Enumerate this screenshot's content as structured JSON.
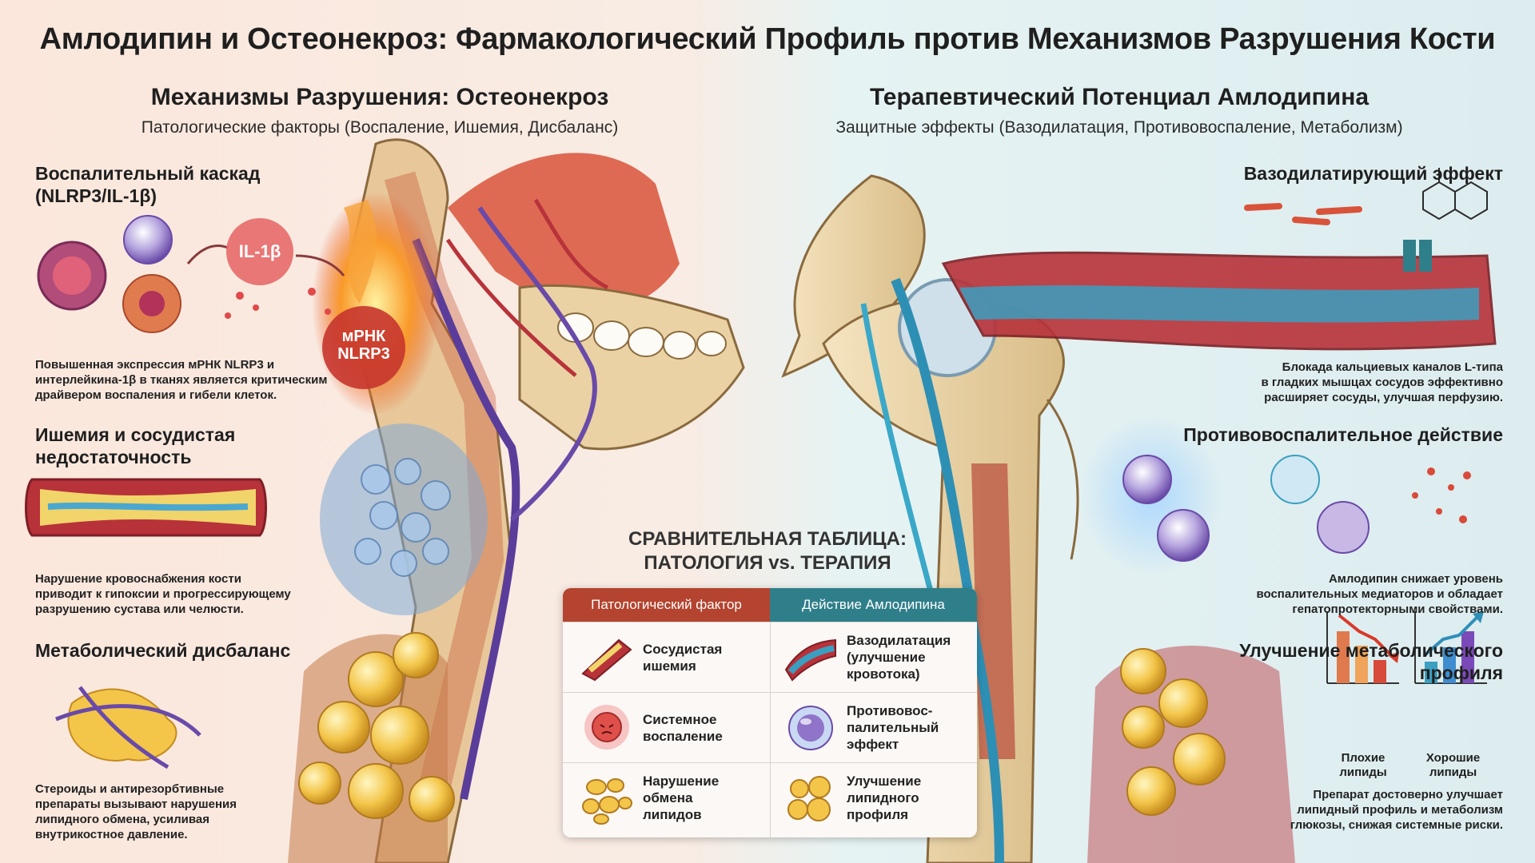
{
  "title": "Амлодипин и Остеонекроз: Фармакологический Профиль против Механизмов Разрушения Кости",
  "left": {
    "heading": "Механизмы Разрушения: Остеонекроз",
    "subheading": "Патологические факторы (Воспаление, Ишемия, Дисбаланс)",
    "inflammation": {
      "title_line1": "Воспалительный каскад",
      "title_line2": "(NLRP3/IL-1β)",
      "il_label": "IL-1β",
      "mrna_line1": "мРНК",
      "mrna_line2": "NLRP3",
      "text_line1": "Повышенная экспрессия мРНК NLRP3 и",
      "text_line2": "интерлейкина-1β в тканях является критическим",
      "text_line3": "драйвером воспаления и гибели клеток."
    },
    "ischemia": {
      "title_line1": "Ишемия и сосудистая",
      "title_line2": "недостаточность",
      "text_line1": "Нарушение кровоснабжения кости",
      "text_line2": "приводит к гипоксии и прогрессирующему",
      "text_line3": "разрушению сустава или челюсти."
    },
    "metabolic": {
      "title": "Метаболический дисбаланс",
      "text_line1": "Стероиды и антирезорбтивные",
      "text_line2": "препараты вызывают нарушения",
      "text_line3": "липидного обмена, усиливая",
      "text_line4": "внутрикостное давление."
    }
  },
  "right": {
    "heading": "Терапевтический Потенциал Амлодипина",
    "subheading": "Защитные эффекты (Вазодилатация, Противовоспаление, Метаболизм)",
    "vasodilation": {
      "title": "Вазодилатирующий эффект",
      "text_line1": "Блокада кальциевых каналов L-типа",
      "text_line2": "в гладких мышцах сосудов эффективно",
      "text_line3": "расширяет сосуды, улучшая перфузию."
    },
    "antiinflammatory": {
      "title": "Противовоспалительное действие",
      "text_line1": "Амлодипин снижает уровень",
      "text_line2": "воспалительных медиаторов и обладает",
      "text_line3": "гепатопротекторными свойствами."
    },
    "metabolic": {
      "title_line1": "Улучшение метаболического",
      "title_line2": "профиля",
      "bad_line1": "Плохие",
      "bad_line2": "липиды",
      "good_line1": "Хорошие",
      "good_line2": "липиды",
      "text_line1": "Препарат достоверно улучшает",
      "text_line2": "липидный профиль и метаболизм",
      "text_line3": "глюкозы, снижая системные риски."
    }
  },
  "comparison": {
    "title_line1": "СРАВНИТЕЛЬНАЯ ТАБЛИЦА:",
    "title_line2": "ПАТОЛОГИЯ vs. ТЕРАПИЯ",
    "col_pathology": "Патологический фактор",
    "col_action": "Действие Амлодипина",
    "rows": [
      {
        "factor_line1": "Сосудистая",
        "factor_line2": "ишемия",
        "factor_line3": "",
        "action_line1": "Вазодилатация",
        "action_line2": "(улучшение",
        "action_line3": "кровотока)"
      },
      {
        "factor_line1": "Системное",
        "factor_line2": "воспаление",
        "factor_line3": "",
        "action_line1": "Противовос-",
        "action_line2": "палительный",
        "action_line3": "эффект"
      },
      {
        "factor_line1": "Нарушение",
        "factor_line2": "обмена",
        "factor_line3": "липидов",
        "action_line1": "Улучшение",
        "action_line2": "липидного",
        "action_line3": "профиля"
      }
    ]
  },
  "colors": {
    "pathology": "#b4442f",
    "therapy": "#2f7f8a",
    "bone": "#e9d3a4",
    "vessel_red": "#b8323a",
    "vessel_blue": "#3a9fc0",
    "fat": "#f3c64a"
  }
}
